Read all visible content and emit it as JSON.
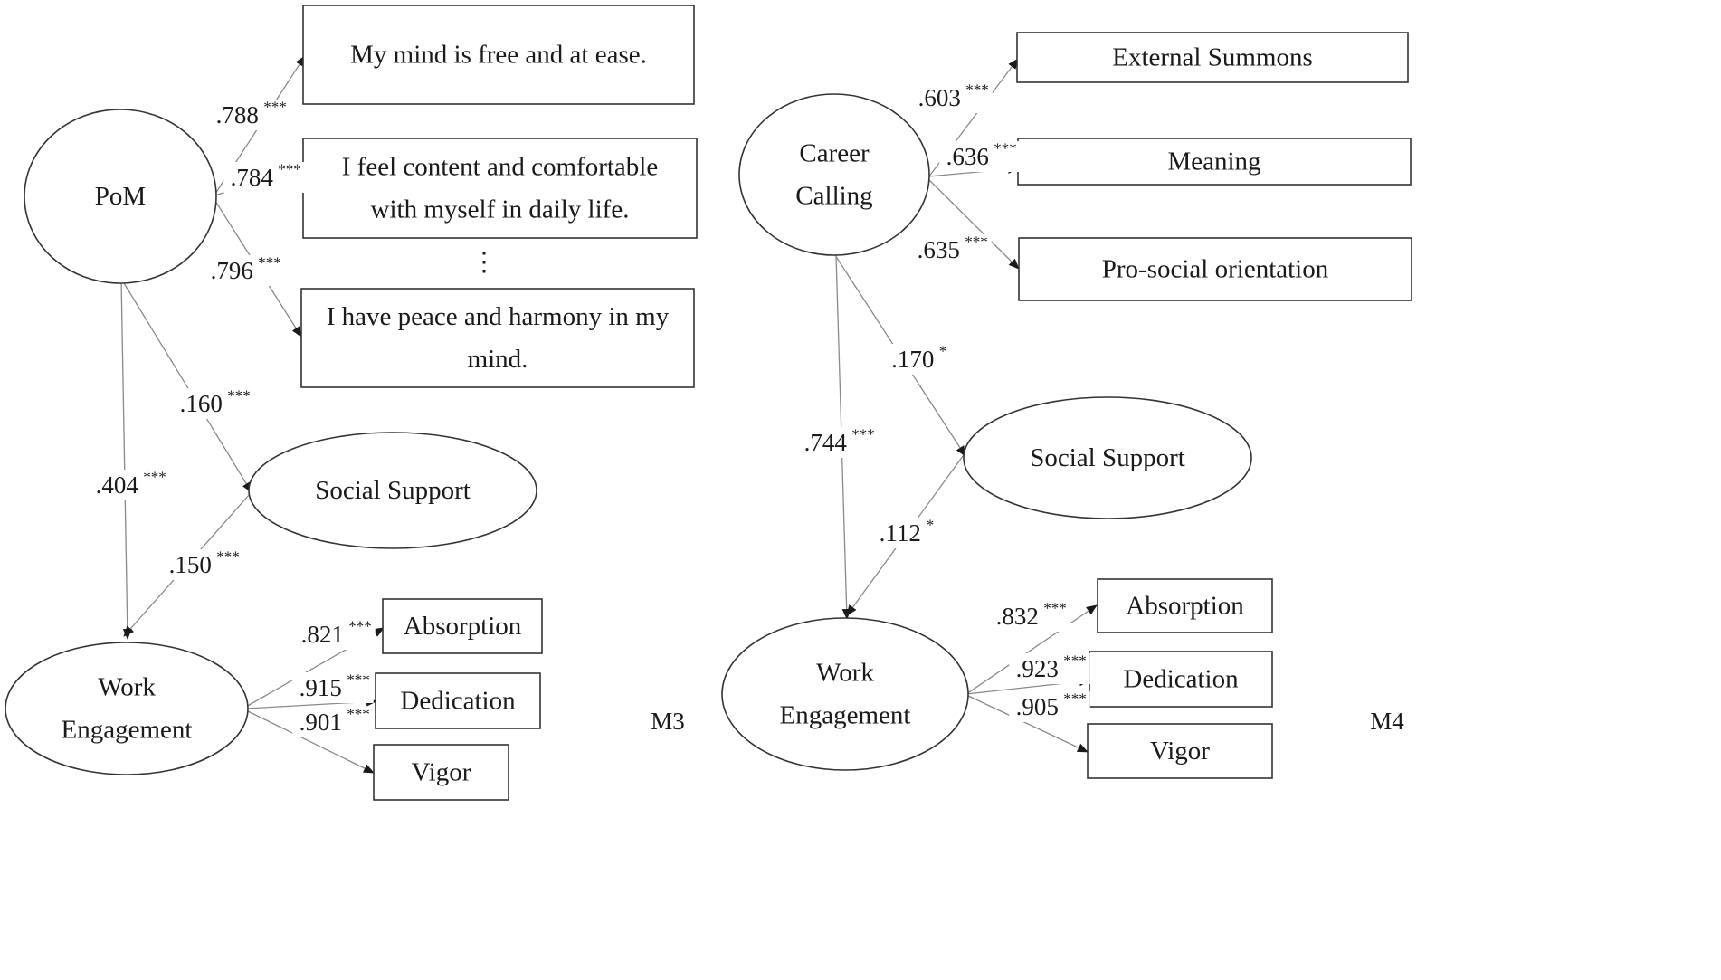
{
  "colors": {
    "stroke": "#333333",
    "edge": "#8a8a8a",
    "text": "#1a1a1a",
    "background": "#ffffff"
  },
  "models": [
    {
      "name": "M3",
      "nodes": {
        "pom": {
          "lines": [
            "PoM"
          ]
        },
        "item1": {
          "lines": [
            "My mind is free and at ease."
          ]
        },
        "item2": {
          "lines": [
            "I feel content and comfortable",
            "with myself in daily life."
          ]
        },
        "ellipsis": "⋮",
        "item3": {
          "lines": [
            "I have peace and harmony in my",
            "mind."
          ]
        },
        "social_support": {
          "lines": [
            "Social Support"
          ]
        },
        "work_engagement": {
          "lines": [
            "Work",
            "Engagement"
          ]
        },
        "absorption": {
          "lines": [
            "Absorption"
          ]
        },
        "dedication": {
          "lines": [
            "Dedication"
          ]
        },
        "vigor": {
          "lines": [
            "Vigor"
          ]
        }
      },
      "paths": [
        {
          "from": "pom",
          "to": "item1",
          "coef": ".788",
          "sig": "***"
        },
        {
          "from": "pom",
          "to": "item2",
          "coef": ".784",
          "sig": "***"
        },
        {
          "from": "pom",
          "to": "item3",
          "coef": ".796",
          "sig": "***"
        },
        {
          "from": "pom",
          "to": "social_support",
          "coef": ".160",
          "sig": "***"
        },
        {
          "from": "pom",
          "to": "work_engagement",
          "coef": ".404",
          "sig": "***"
        },
        {
          "from": "social_support",
          "to": "work_engagement",
          "coef": ".150",
          "sig": "***"
        },
        {
          "from": "work_engagement",
          "to": "absorption",
          "coef": ".821",
          "sig": "***"
        },
        {
          "from": "work_engagement",
          "to": "dedication",
          "coef": ".915",
          "sig": "***"
        },
        {
          "from": "work_engagement",
          "to": "vigor",
          "coef": ".901",
          "sig": "***"
        }
      ]
    },
    {
      "name": "M4",
      "nodes": {
        "career_calling": {
          "lines": [
            "Career",
            "Calling"
          ]
        },
        "external_summons": {
          "lines": [
            "External Summons"
          ]
        },
        "meaning": {
          "lines": [
            "Meaning"
          ]
        },
        "prosocial": {
          "lines": [
            "Pro-social orientation"
          ]
        },
        "social_support": {
          "lines": [
            "Social Support"
          ]
        },
        "work_engagement": {
          "lines": [
            "Work",
            "Engagement"
          ]
        },
        "absorption": {
          "lines": [
            "Absorption"
          ]
        },
        "dedication": {
          "lines": [
            "Dedication"
          ]
        },
        "vigor": {
          "lines": [
            "Vigor"
          ]
        }
      },
      "paths": [
        {
          "from": "career_calling",
          "to": "external_summons",
          "coef": ".603",
          "sig": "***"
        },
        {
          "from": "career_calling",
          "to": "meaning",
          "coef": ".636",
          "sig": "***"
        },
        {
          "from": "career_calling",
          "to": "prosocial",
          "coef": ".635",
          "sig": "***"
        },
        {
          "from": "career_calling",
          "to": "social_support",
          "coef": ".170",
          "sig": "*"
        },
        {
          "from": "career_calling",
          "to": "work_engagement",
          "coef": ".744",
          "sig": "***"
        },
        {
          "from": "social_support",
          "to": "work_engagement",
          "coef": ".112",
          "sig": "*"
        },
        {
          "from": "work_engagement",
          "to": "absorption",
          "coef": ".832",
          "sig": "***"
        },
        {
          "from": "work_engagement",
          "to": "dedication",
          "coef": ".923",
          "sig": "***"
        },
        {
          "from": "work_engagement",
          "to": "vigor",
          "coef": ".905",
          "sig": "***"
        }
      ]
    }
  ]
}
